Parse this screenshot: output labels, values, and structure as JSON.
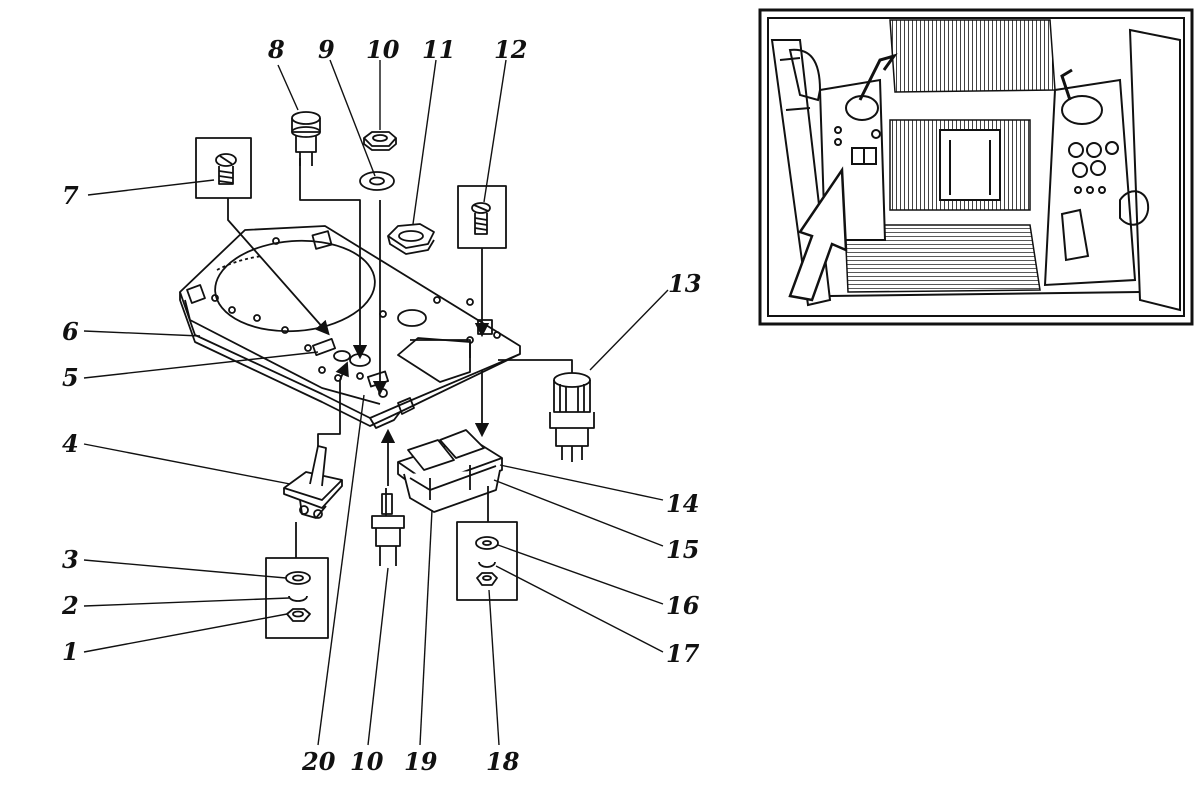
{
  "callouts": {
    "c1": "1",
    "c2": "2",
    "c3": "3",
    "c4": "4",
    "c5": "5",
    "c6": "6",
    "c7": "7",
    "c8": "8",
    "c9": "9",
    "c10a": "10",
    "c11": "11",
    "c12": "12",
    "c13": "13",
    "c14": "14",
    "c15": "15",
    "c16": "16",
    "c17": "17",
    "c18": "18",
    "c19": "19",
    "c20": "20",
    "c10b": "10"
  },
  "colors": {
    "ink": "#111111",
    "paper": "#ffffff",
    "fill": "#e8e8e8"
  }
}
